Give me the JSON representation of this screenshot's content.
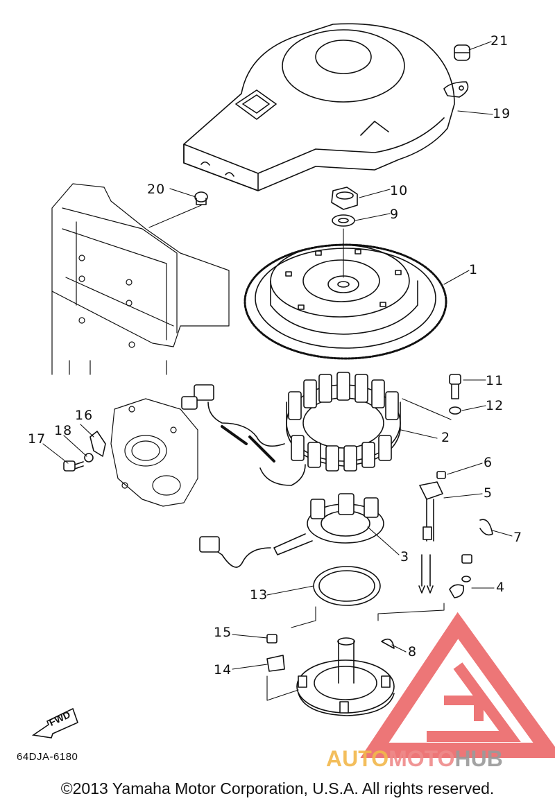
{
  "labels": {
    "l1": "1",
    "l2": "2",
    "l3": "3",
    "l4": "4",
    "l5": "5",
    "l6": "6",
    "l7": "7",
    "l8": "8",
    "l9": "9",
    "l10": "10",
    "l11": "11",
    "l12": "12",
    "l13": "13",
    "l14": "14",
    "l15": "15",
    "l16": "16",
    "l17": "17",
    "l18": "18",
    "l19": "19",
    "l20": "20",
    "l21": "21"
  },
  "fwd_label": "FWD",
  "diagram_code": "64DJA-6180",
  "copyright": "©2013 Yamaha Motor Corporation, U.S.A. All rights reserved.",
  "watermark": {
    "part1": "AUTO",
    "part2": "MOTO",
    "part3": "HUB"
  },
  "colors": {
    "line": "#111111",
    "watermark_red": "#e8494a",
    "watermark_orange": "#f2b84b",
    "watermark_gray": "#9a9a9a"
  }
}
